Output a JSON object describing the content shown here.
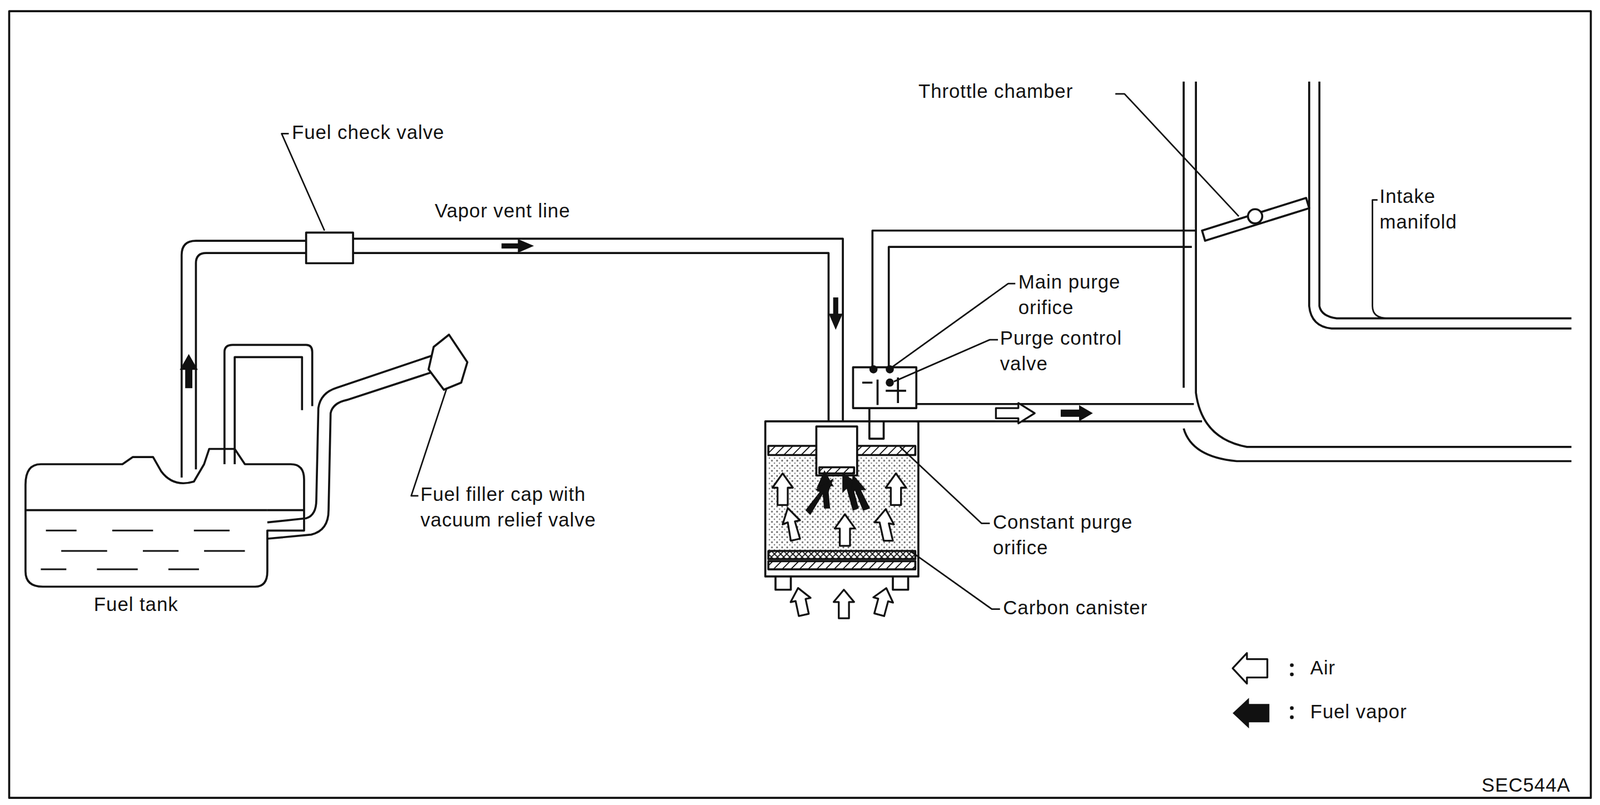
{
  "diagram": {
    "labels": [
      "Throttle chamber",
      "Fuel check valve",
      "Vapor vent line",
      "Intake manifold",
      "Main purge orifice",
      "Purge control valve",
      "Fuel filler cap with vacuum relief valve",
      "Constant purge orifice",
      "Carbon canister",
      "Fuel tank",
      "SEC544A"
    ],
    "legend": [
      {
        "text": "Air"
      },
      {
        "text": "Fuel vapor"
      }
    ]
  }
}
